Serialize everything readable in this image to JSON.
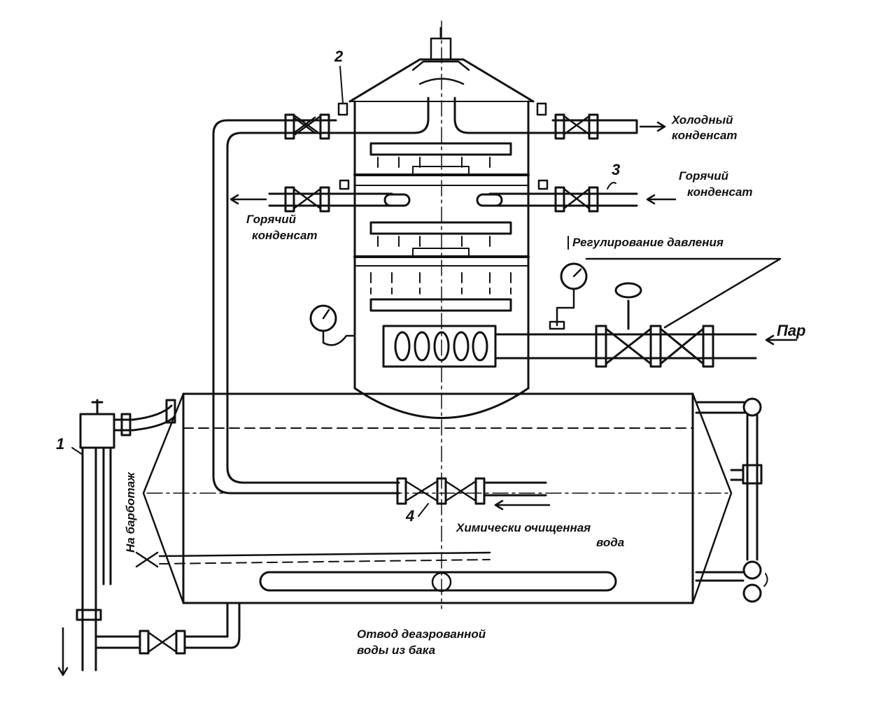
{
  "labels": {
    "callout_1": "1",
    "callout_2": "2",
    "callout_3": "3",
    "callout_4": "4",
    "cold_condensate_line1": "Холодный",
    "cold_condensate_line2": "конденсат",
    "hot_condensate_right_line1": "Горячий",
    "hot_condensate_right_line2": "конденсат",
    "hot_condensate_left_line1": "Горячий",
    "hot_condensate_left_line2": "конденсат",
    "pressure_regulation": "Регулирование давления",
    "steam": "Пар",
    "chem_water_line1": "Химически очищенная",
    "chem_water_line2": "вода",
    "outlet_line1": "Отвод деаэрованной",
    "outlet_line2": "воды из бака",
    "to_bubblers": "На барботаж"
  },
  "colors": {
    "ink": "#111111",
    "paper": "#ffffff"
  }
}
